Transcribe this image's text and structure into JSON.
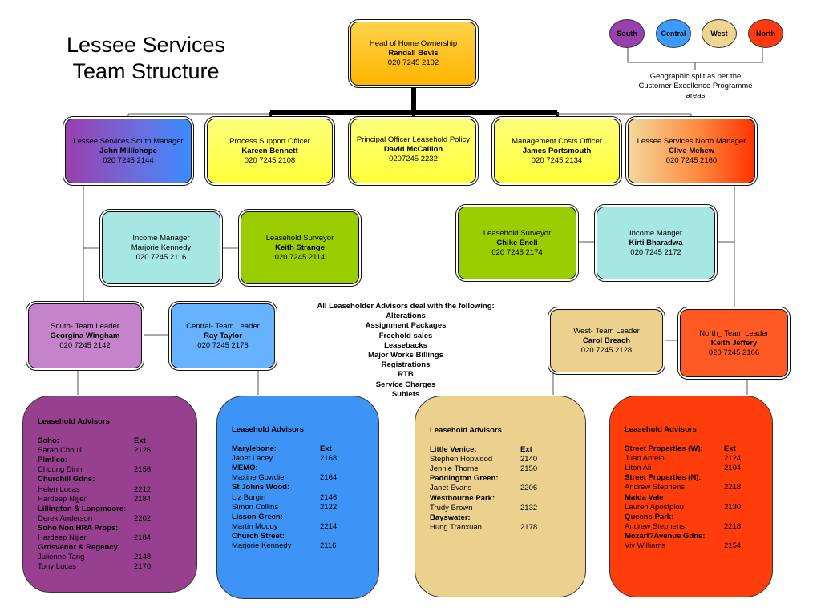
{
  "title": {
    "line1": "Lessee Services",
    "line2": "Team Structure"
  },
  "legend": {
    "circles": [
      {
        "label": "South",
        "color": "#9a3fae"
      },
      {
        "label": "Central",
        "color": "#3a9cff"
      },
      {
        "label": "West",
        "color": "#f0d592"
      },
      {
        "label": "North",
        "color": "#ff3a10"
      }
    ],
    "note": "Geographic split as per the Customer Excellence Programme areas"
  },
  "head": {
    "role": "Head of Home Ownership",
    "name": "Randall Bevis",
    "phone": "020 7245 2102"
  },
  "managers": [
    {
      "role": "Lessee Services South Manager",
      "name": "John Millichope",
      "phone": "020 7245 2144"
    },
    {
      "role": "Process Support Officer",
      "name": "Kareen Bennett",
      "phone": "020 7245 2108"
    },
    {
      "role": "Principal Officer Leasehold Policy",
      "name": "David McCallion",
      "phone": "0207245 2232"
    },
    {
      "role": "Management Costs Officer",
      "name": "James Portsmouth",
      "phone": "020 7245 2134"
    },
    {
      "role": "Lessee Services North Manager",
      "name": "Clive Mehew",
      "phone": "020 7245 2160"
    }
  ],
  "south_support": [
    {
      "role": "Income Manager",
      "name": "Marjorie Kennedy",
      "phone": "020 7245 2116"
    },
    {
      "role": "Leasehold Surveyor",
      "name": "Keith Strange",
      "phone": "020 7245 2114"
    }
  ],
  "north_support": [
    {
      "role": "Leasehold Surveyor",
      "name": "Chike Eneli",
      "phone": "020 7245 2174"
    },
    {
      "role": "Income Manger",
      "name": "Kirti Bharadwa",
      "phone": "020 7245 2172"
    }
  ],
  "team_leaders": [
    {
      "role": "South- Team Leader",
      "name": "Georgina Wingham",
      "phone": "020 7245 2142"
    },
    {
      "role": "Central- Team Leader",
      "name": "Ray Taylor",
      "phone": "020 7245 2176"
    },
    {
      "role": "West- Team Leader",
      "name": "Carol Breach",
      "phone": "020 7245 2128"
    },
    {
      "role": "North_ Team Leader",
      "name": "Keith Jeffery",
      "phone": "020 7245 2166"
    }
  ],
  "note": {
    "heading": "All Leaseholder Advisors deal with the following:",
    "items": [
      "Alterations",
      "Assignment Packages",
      "Freehold sales",
      "Leasebacks",
      "Major Works Billings",
      "Registrations",
      "RTB",
      "Service Charges",
      "Sublets"
    ]
  },
  "advisors": [
    {
      "title": "Leasehold Advisors",
      "rows": [
        {
          "t": "h",
          "n": "Soho:",
          "e": "Ext"
        },
        {
          "t": "p",
          "n": "Sarah Chouli",
          "e": "2126"
        },
        {
          "t": "s",
          "n": "Pimlico:",
          "e": ""
        },
        {
          "t": "p",
          "n": "Choung Dinh",
          "e": "2156"
        },
        {
          "t": "s",
          "n": "Churchill Gdns:",
          "e": ""
        },
        {
          "t": "p",
          "n": "Helen Lucas",
          "e": "2212"
        },
        {
          "t": "p",
          "n": "Hardeep Nijjer",
          "e": "2184"
        },
        {
          "t": "s",
          "n": "Lillington & Longmoore:",
          "e": ""
        },
        {
          "t": "p",
          "n": "Derek Anderson",
          "e": "2202"
        },
        {
          "t": "s",
          "n": "Soho Non HRA Props:",
          "e": ""
        },
        {
          "t": "p",
          "n": "Hardeep Nijjer",
          "e": "2184"
        },
        {
          "t": "s",
          "n": "Grosvenor & Regency:",
          "e": ""
        },
        {
          "t": "p",
          "n": "Julienne Tang",
          "e": "2148"
        },
        {
          "t": "p",
          "n": "Tony Lucas",
          "e": "2170"
        }
      ]
    },
    {
      "title": "Leasehold Advisors",
      "rows": [
        {
          "t": "h",
          "n": "Marylebone:",
          "e": "Ext"
        },
        {
          "t": "p",
          "n": "Janet Lacey",
          "e": "2168"
        },
        {
          "t": "s",
          "n": "MEMO:",
          "e": ""
        },
        {
          "t": "p",
          "n": "Maxine Gowdie",
          "e": "2164"
        },
        {
          "t": "s",
          "n": "St Johns Wood:",
          "e": ""
        },
        {
          "t": "p",
          "n": "Liz Burgin",
          "e": "2146"
        },
        {
          "t": "p",
          "n": "Simon Collins",
          "e": "2122"
        },
        {
          "t": "s",
          "n": "Lisson Green:",
          "e": ""
        },
        {
          "t": "p",
          "n": "Martin Moody",
          "e": "2214"
        },
        {
          "t": "s",
          "n": "Church Street:",
          "e": ""
        },
        {
          "t": "p",
          "n": "Marjorie Kennedy",
          "e": "2116"
        }
      ]
    },
    {
      "title": "Leasehold Advisors",
      "rows": [
        {
          "t": "h",
          "n": "Little Venice:",
          "e": "Ext"
        },
        {
          "t": "p",
          "n": "Stephen Hopwood",
          "e": "2140"
        },
        {
          "t": "p",
          "n": "Jennie Thorne",
          "e": "2150"
        },
        {
          "t": "s",
          "n": "Paddington Green:",
          "e": ""
        },
        {
          "t": "p",
          "n": "Janet Evans",
          "e": "2206"
        },
        {
          "t": "s",
          "n": "Westbourne Park:",
          "e": ""
        },
        {
          "t": "p",
          "n": "Trudy Brown",
          "e": "2132"
        },
        {
          "t": "s",
          "n": "Bayswater:",
          "e": ""
        },
        {
          "t": "p",
          "n": "Hung Tranxuan",
          "e": "2178"
        }
      ]
    },
    {
      "title": "Leasehold Advisors",
      "rows": [
        {
          "t": "h",
          "n": "Street Properties (W):",
          "e": "Ext"
        },
        {
          "t": "p",
          "n": "Juan Antelo",
          "e": "2124"
        },
        {
          "t": "p",
          "n": "Liton Ali",
          "e": "2104"
        },
        {
          "t": "s",
          "n": "Street Properties (N):",
          "e": ""
        },
        {
          "t": "p",
          "n": "Andrew Stephens",
          "e": "2218"
        },
        {
          "t": "s",
          "n": "Maida Vale",
          "e": ""
        },
        {
          "t": "p",
          "n": "Lauren Apostplou",
          "e": "2130"
        },
        {
          "t": "s",
          "n": "Queens Park:",
          "e": ""
        },
        {
          "t": "p",
          "n": "Andrew Stephens",
          "e": "2218"
        },
        {
          "t": "s",
          "n": "Mozart?Avenue Gdns:",
          "e": ""
        },
        {
          "t": "p",
          "n": "Viv Williams",
          "e": "2154"
        }
      ]
    }
  ]
}
